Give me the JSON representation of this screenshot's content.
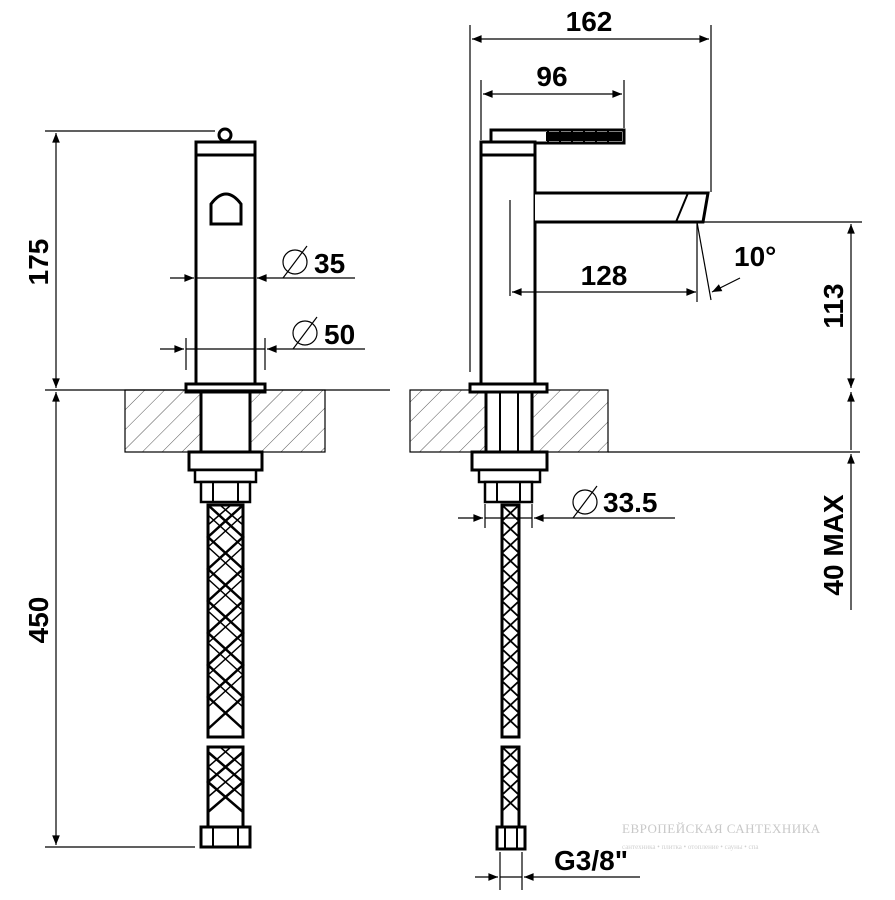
{
  "dimensions": {
    "height_body": "175",
    "height_hose": "450",
    "diam_body": "35",
    "diam_base": "50",
    "width_total": "162",
    "width_lever": "96",
    "reach_spout": "128",
    "angle": "10°",
    "height_spout": "113",
    "deck_max": "40 MAX",
    "diam_shank": "33.5",
    "connection": "G3/8\""
  },
  "watermark": {
    "title": "ЕВРОПЕЙСКАЯ САНТЕХНИКА",
    "subtitle": "сантехника • плитка • отопление • сауны • спа"
  }
}
